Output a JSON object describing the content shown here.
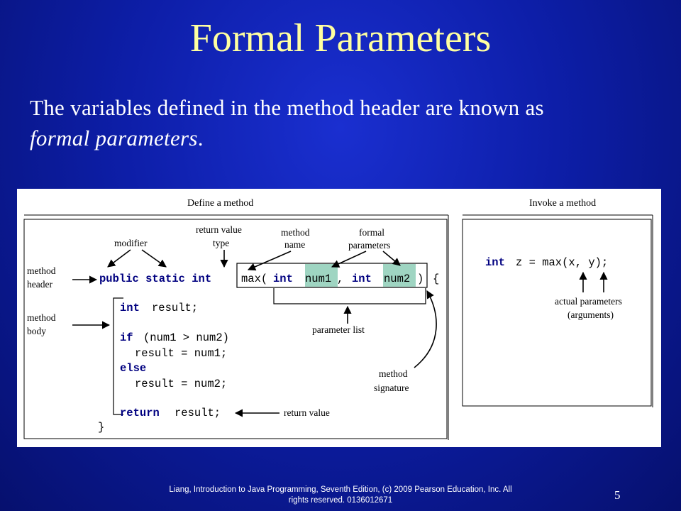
{
  "slide": {
    "title": "Formal Parameters",
    "body_line1": "The variables defined in the method header are known as",
    "body_line2_em": "formal parameters",
    "body_line2_end": ".",
    "footer_line1": "Liang, Introduction to Java Programming, Seventh Edition, (c) 2009 Pearson Education, Inc. All",
    "footer_line2": "rights reserved. 0136012671",
    "page_number": "5"
  },
  "figure": {
    "define_label": "Define a method",
    "invoke_label": "Invoke a method",
    "annotations": {
      "modifier": "modifier",
      "return_value_type_1": "return value",
      "return_value_type_2": "type",
      "method_name_1": "method",
      "method_name_2": "name",
      "formal_parameters_1": "formal",
      "formal_parameters_2": "parameters",
      "method_header_1": "method",
      "method_header_2": "header",
      "method_body_1": "method",
      "method_body_2": "body",
      "parameter_list": "parameter list",
      "method_signature_1": "method",
      "method_signature_2": "signature",
      "return_value": "return value",
      "actual_parameters_1": "actual parameters",
      "actual_parameters_2": "(arguments)"
    },
    "code": {
      "header_kw": "public static int",
      "header_name": "max(",
      "int1": "int",
      "num1": "num1",
      "comma": ",",
      "int2": "int",
      "num2": "num2",
      "close_paren": ")",
      "open_brace": "{",
      "line_result_kw": "int",
      "line_result_rest": "result;",
      "line_if_kw": "if",
      "line_if_rest": "(num1 > num2)",
      "line_assign1": "result = num1;",
      "line_else": "else",
      "line_assign2": "result = num2;",
      "line_return_kw": "return",
      "line_return_rest": "result;",
      "close_brace": "}"
    },
    "invoke_code": {
      "kw": "int",
      "rest": "z = max(x, y);"
    },
    "colors": {
      "highlight": "#9fd5c2",
      "keyword": "#000080"
    }
  }
}
